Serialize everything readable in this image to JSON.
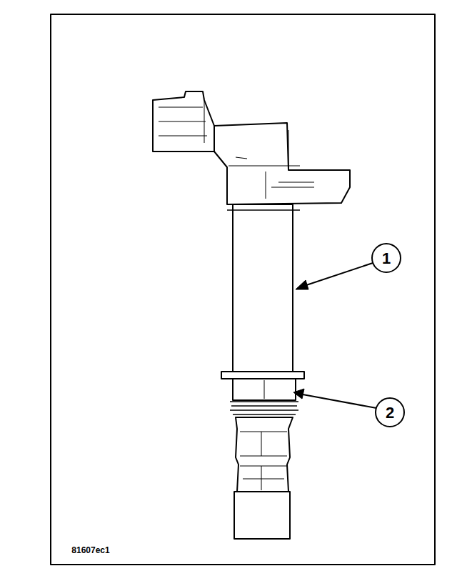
{
  "diagram": {
    "labels": [
      "1",
      "2",
      "81607ec1"
    ]
  }
}
